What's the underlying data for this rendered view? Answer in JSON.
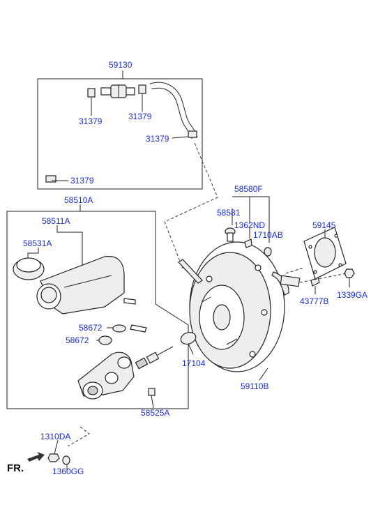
{
  "title_label": "",
  "orientation_label": "FR.",
  "parts": {
    "p59130": "59130",
    "p31379_a": "31379",
    "p31379_b": "31379",
    "p31379_c": "31379",
    "p31379_d": "31379",
    "p58510A": "58510A",
    "p58511A": "58511A",
    "p58531A": "58531A",
    "p58672_a": "58672",
    "p58672_b": "58672",
    "p58525A": "58525A",
    "p58580F": "58580F",
    "p58581": "58581",
    "p1362ND": "1362ND",
    "p1710AB": "1710AB",
    "p59145": "59145",
    "p43777B": "43777B",
    "p1339GA": "1339GA",
    "p17104": "17104",
    "p59110B": "59110B",
    "p1310DA": "1310DA",
    "p1360GG": "1360GG"
  },
  "colors": {
    "label": "#1a2ec4",
    "line": "#222222"
  }
}
